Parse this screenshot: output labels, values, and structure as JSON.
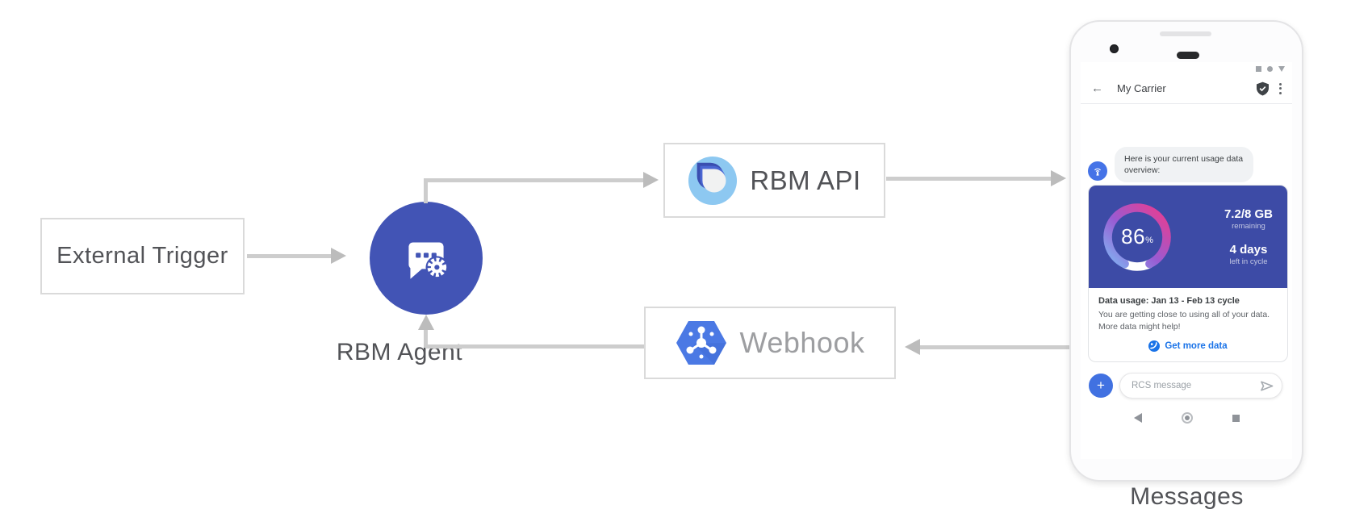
{
  "nodes": {
    "external_trigger": "External Trigger",
    "rbm_agent": "RBM Agent",
    "rbm_api": "RBM API",
    "webhook": "Webhook",
    "messages_caption": "Messages"
  },
  "colors": {
    "agent_indigo": "#4254b5",
    "card_indigo": "#3d4ba6",
    "rcs_light_blue": "#8dc8f1",
    "pubsub_blue": "#4b79e4",
    "link_blue": "#1a73e8",
    "arrow_gray": "#cdcdcd",
    "gauge_blue": "#7fb3f2",
    "gauge_purple": "#9a5bd2",
    "gauge_pink": "#ec3b8d"
  },
  "phone": {
    "header": {
      "title": "My Carrier",
      "back_glyph": "←"
    },
    "chat": {
      "greeting": "Here is your current usage data overview:"
    },
    "usage_card": {
      "percent": "86",
      "percent_unit": "%",
      "remaining_value": "7.2/8 GB",
      "remaining_label": "remaining",
      "days_value": "4 days",
      "days_label": "left in cycle",
      "title": "Data usage: Jan 13 - Feb 13 cycle",
      "body": "You are getting close to using all of your data. More data might help!",
      "action_label": "Get more data"
    },
    "compose": {
      "placeholder": "RCS message",
      "plus_glyph": "+"
    }
  }
}
